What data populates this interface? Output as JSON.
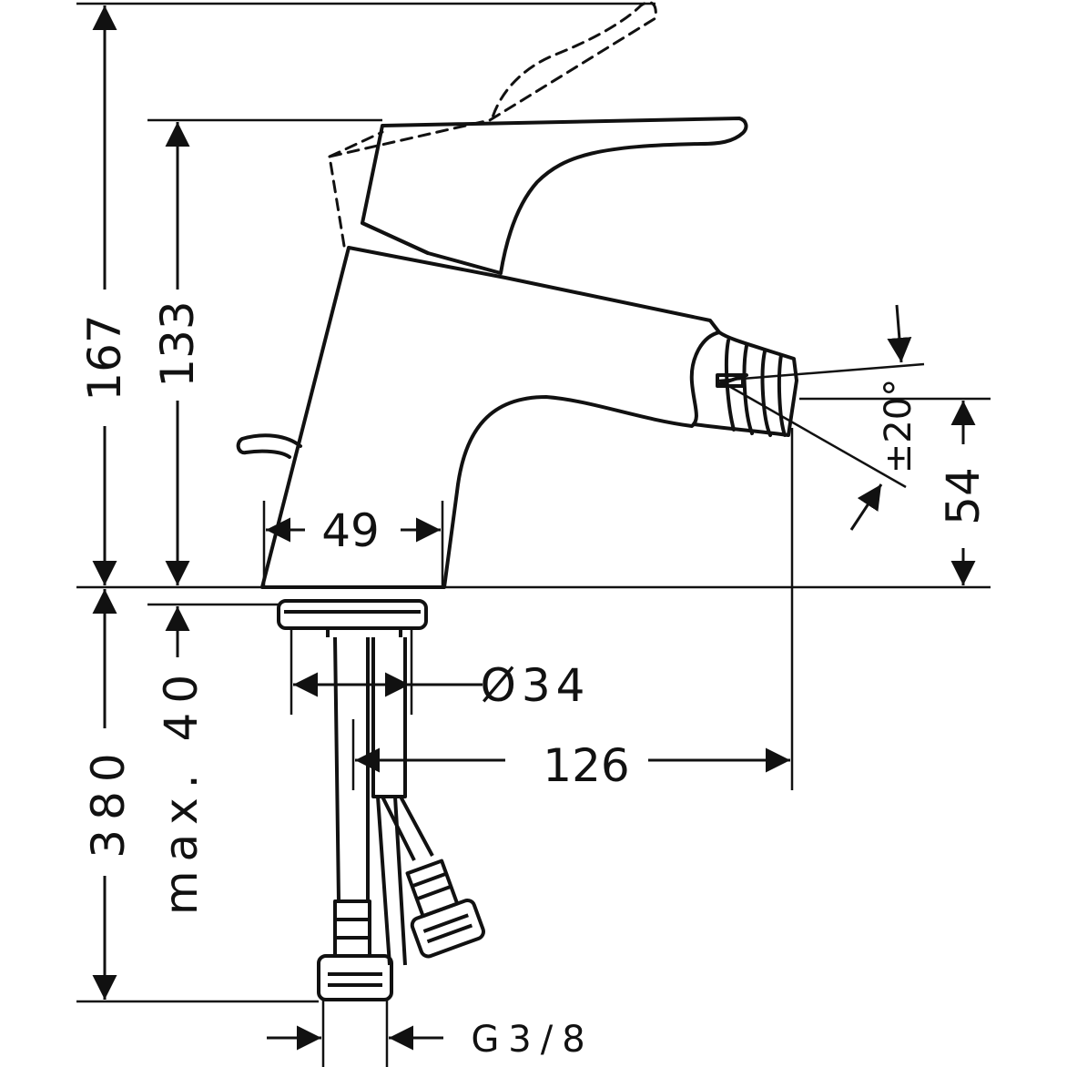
{
  "drawing": {
    "stroke_color": "#111111",
    "background": "#ffffff",
    "dimensions": {
      "total_height": "167",
      "body_height": "133",
      "base_width": "49",
      "spout_height": "54",
      "swivel_angle": "±20°",
      "hole_diameter": "Ø34",
      "projection": "126",
      "hose_length": "380",
      "max_thickness": "max. 40",
      "connection": "G3/8"
    }
  }
}
